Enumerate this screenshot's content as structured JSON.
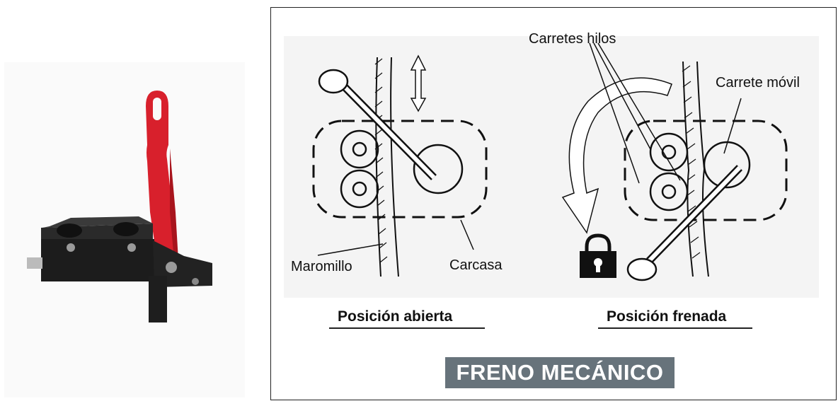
{
  "labels": {
    "carretes_hilos": "Carretes hilos",
    "carrete_movil": "Carrete móvil",
    "maromillo": "Maromillo",
    "carcasa": "Carcasa"
  },
  "captions": {
    "open": "Posición abierta",
    "braked": "Posición frenada"
  },
  "banner": "FRENO MECÁNICO",
  "colors": {
    "lever": "#d8202c",
    "body": "#1c1c1c",
    "banner_bg": "#67737b"
  },
  "icons": [
    "double-arrow-icon",
    "rotation-arrow-icon",
    "padlock-icon"
  ]
}
